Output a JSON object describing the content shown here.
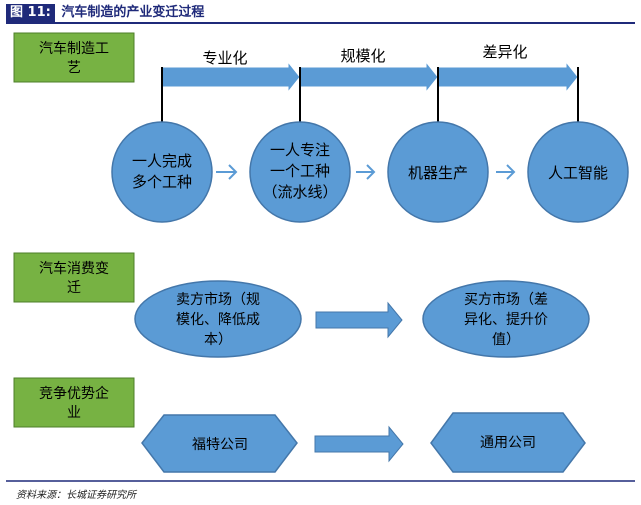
{
  "figure": {
    "number": "图 11:",
    "title": "汽车制造的产业变迁过程",
    "source": "资料来源：长城证券研究所"
  },
  "colors": {
    "green_box": "#77b243",
    "blue_fill": "#5b9bd5",
    "blue_border": "#4477aa",
    "title_blue": "#1f2a7a"
  },
  "rows": [
    {
      "label_lines": [
        "汽车制造工",
        "艺"
      ],
      "arrows": [
        "专业化",
        "规模化",
        "差异化"
      ],
      "stages": [
        {
          "lines": [
            "一人完成",
            "多个工种"
          ]
        },
        {
          "lines": [
            "一人专注",
            "一个工种",
            "（流水线）"
          ]
        },
        {
          "lines": [
            "机器生产"
          ]
        },
        {
          "lines": [
            "人工智能"
          ]
        }
      ]
    },
    {
      "label_lines": [
        "汽车消费变",
        "迁"
      ],
      "from": {
        "lines": [
          "卖方市场（规",
          "模化、降低成",
          "本）"
        ]
      },
      "to": {
        "lines": [
          "买方市场（差",
          "异化、提升价",
          "值）"
        ]
      }
    },
    {
      "label_lines": [
        "竞争优势企",
        "业"
      ],
      "from": {
        "lines": [
          "福特公司"
        ]
      },
      "to": {
        "lines": [
          "通用公司"
        ]
      }
    }
  ]
}
